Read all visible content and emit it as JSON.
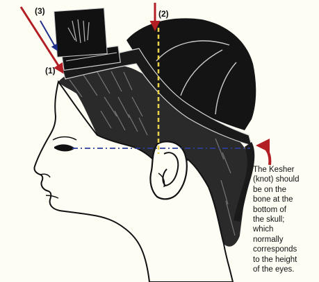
{
  "callouts": {
    "one": "(1)",
    "two": "(2)",
    "three": "(3)"
  },
  "caption_lines": [
    "The Kesher",
    "(knot) should",
    "be on the",
    "bone at the",
    "bottom of",
    "the skull;",
    "which",
    "normally",
    "corresponds",
    "to the height",
    "of the eyes."
  ],
  "colors": {
    "background": "#fdfdf4",
    "red_arrow": "#b21e24",
    "blue_arrow": "#1f2f8a",
    "yellow_guide": "#e8d24a",
    "eye_level_line": "#2c3d9a",
    "ink": "#111111"
  },
  "icons": {
    "pointer_1": "red-arrow-down-right",
    "pointer_2": "red-arrow-down",
    "pointer_3": "blue-arrow-down-right",
    "kesher_marker": "red-curved-arrow"
  }
}
